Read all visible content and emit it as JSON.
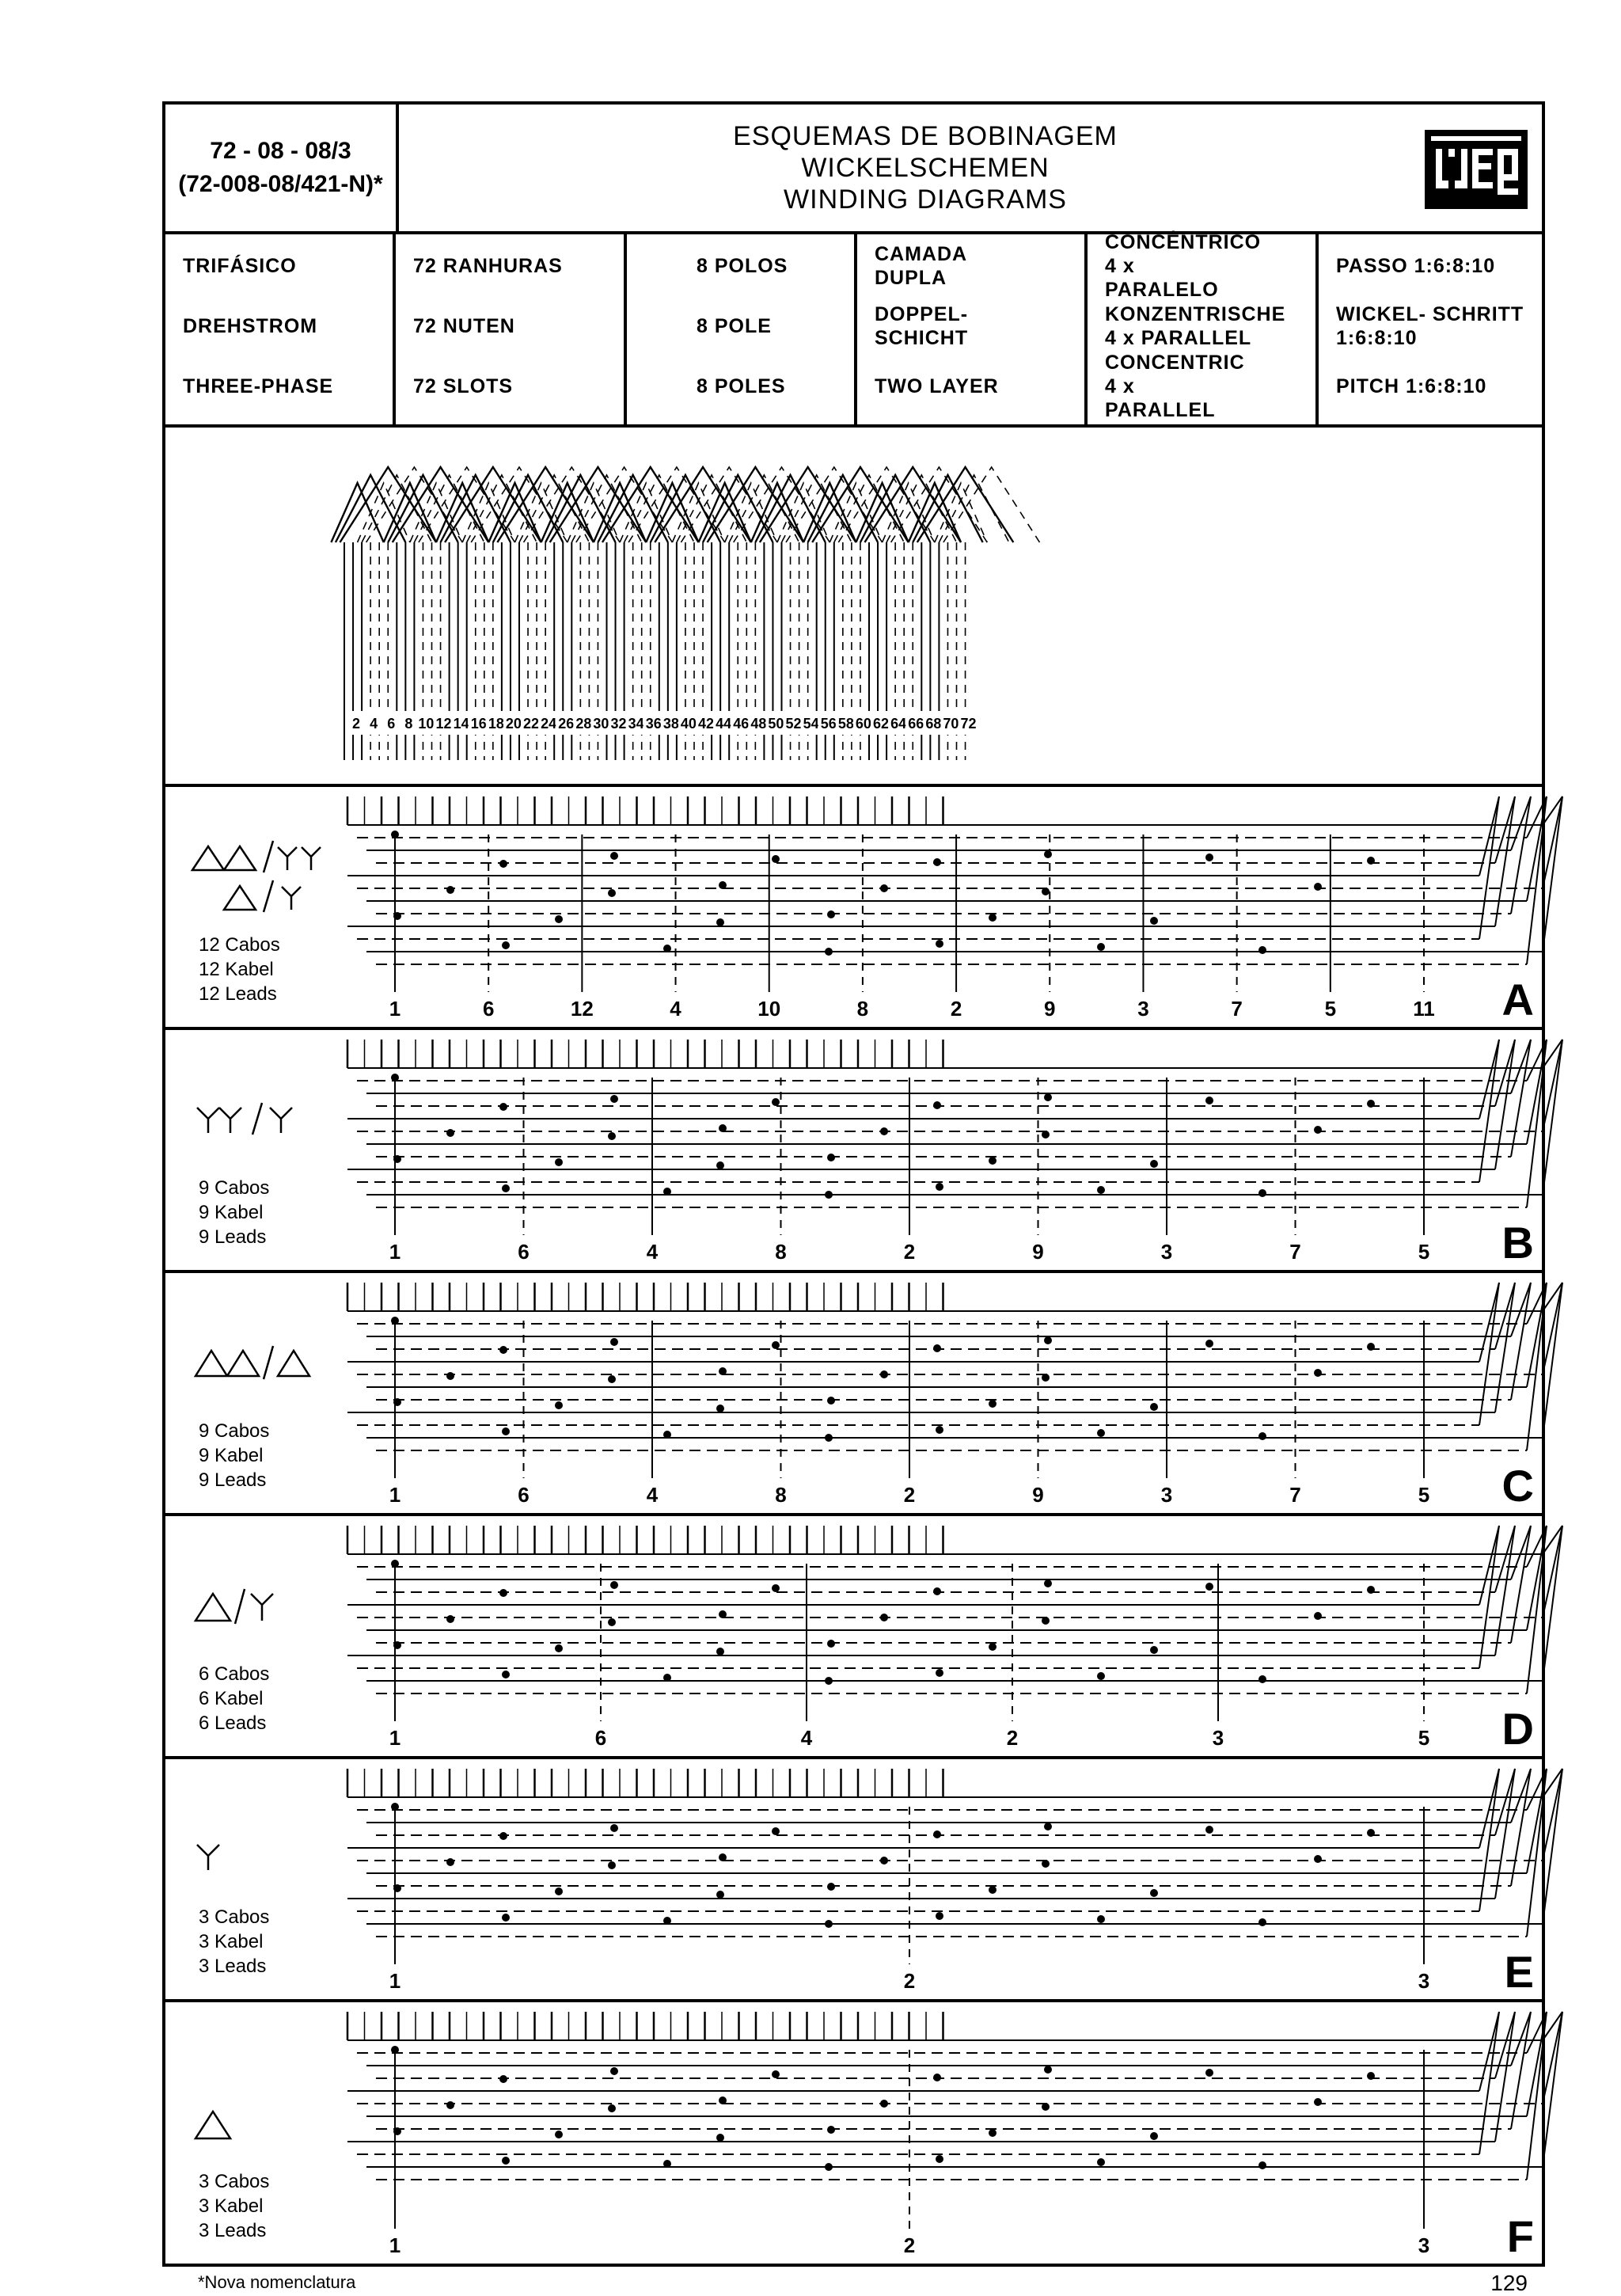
{
  "header": {
    "code_line1": "72 - 08 - 08/3",
    "code_line2": "(72-008-08/421-N)*",
    "title_pt": "ESQUEMAS DE BOBINAGEM",
    "title_de": "WICKELSCHEMEN",
    "title_en": "WINDING DIAGRAMS",
    "logo_text": "WEG"
  },
  "specs": [
    [
      "TRIFÁSICO",
      "DREHSTROM",
      "THREE-PHASE"
    ],
    [
      "72 RANHURAS",
      "72 NUTEN",
      "72 SLOTS"
    ],
    [
      "8 POLOS",
      "8 POLE",
      "8 POLES"
    ],
    [
      "CAMADA DUPLA",
      "DOPPEL- SCHICHT",
      "TWO LAYER"
    ],
    [
      "CONCÊNTRICO 4 x PARALELO",
      "KONZENTRISCHE 4 x PARALLEL",
      "CONCENTRIC 4 x PARALLEL"
    ],
    [
      "PASSO 1:6:8:10",
      "WICKEL- SCHRITT 1:6:8:10",
      "PITCH 1:6:8:10"
    ]
  ],
  "slot_labels": [
    "2",
    "4",
    "6",
    "8",
    "10",
    "12",
    "14",
    "16",
    "18",
    "20",
    "22",
    "24",
    "26",
    "28",
    "30",
    "32",
    "34",
    "36",
    "38",
    "40",
    "42",
    "44",
    "46",
    "48",
    "50",
    "52",
    "54",
    "56",
    "58",
    "60",
    "62",
    "64",
    "66",
    "68",
    "70",
    "72"
  ],
  "variants": [
    {
      "letter": "A",
      "symbol": "ΔΔ/YY Δ/Y",
      "leads": [
        "12 Cabos",
        "12 Kabel",
        "12 Leads"
      ],
      "lead_numbers": [
        "1",
        "6",
        "12",
        "4",
        "10",
        "8",
        "2",
        "9",
        "3",
        "7",
        "5",
        "11"
      ]
    },
    {
      "letter": "B",
      "symbol": "YY/Y",
      "leads": [
        "9 Cabos",
        "9 Kabel",
        "9 Leads"
      ],
      "lead_numbers": [
        "1",
        "6",
        "4",
        "8",
        "2",
        "9",
        "3",
        "7",
        "5"
      ]
    },
    {
      "letter": "C",
      "symbol": "ΔΔ/Δ",
      "leads": [
        "9 Cabos",
        "9 Kabel",
        "9 Leads"
      ],
      "lead_numbers": [
        "1",
        "6",
        "4",
        "8",
        "2",
        "9",
        "3",
        "7",
        "5"
      ]
    },
    {
      "letter": "D",
      "symbol": "Δ/Y",
      "leads": [
        "6 Cabos",
        "6 Kabel",
        "6 Leads"
      ],
      "lead_numbers": [
        "1",
        "6",
        "4",
        "2",
        "3",
        "5"
      ]
    },
    {
      "letter": "E",
      "symbol": "Y",
      "leads": [
        "3 Cabos",
        "3 Kabel",
        "3 Leads"
      ],
      "lead_numbers": [
        "1",
        "2",
        "3"
      ]
    },
    {
      "letter": "F",
      "symbol": "Δ",
      "leads": [
        "3 Cabos",
        "3 Kabel",
        "3 Leads"
      ],
      "lead_numbers": [
        "1",
        "2",
        "3"
      ]
    }
  ],
  "footer": {
    "footnote": "*Nova nomenclatura",
    "page_number": "129"
  }
}
